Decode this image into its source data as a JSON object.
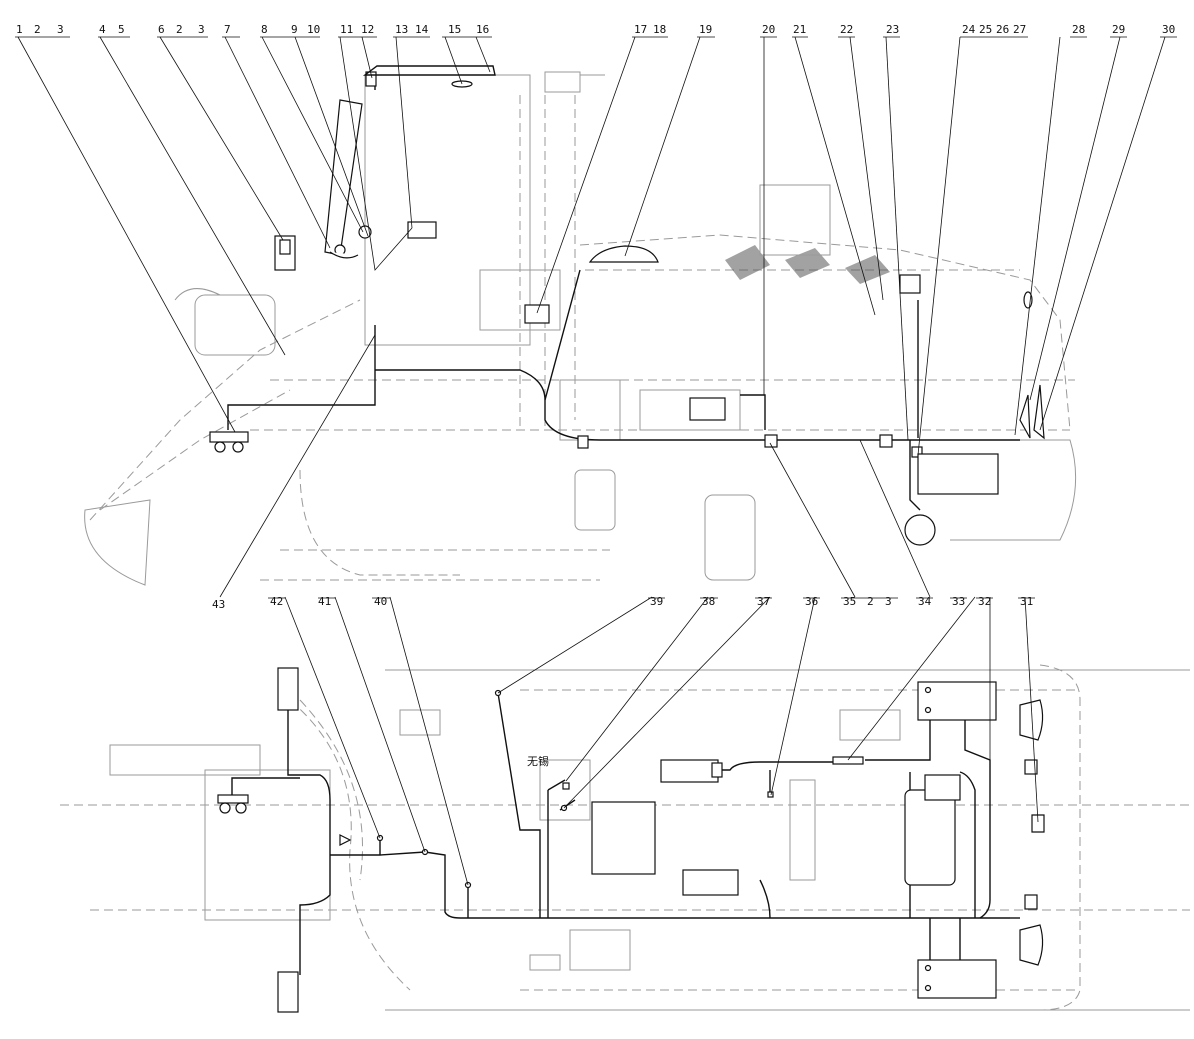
{
  "callouts_top": [
    "1",
    "2",
    "3",
    "4",
    "5",
    "6",
    "2",
    "3",
    "7",
    "8",
    "9",
    "10",
    "11",
    "12",
    "13",
    "14",
    "15",
    "16",
    "17",
    "18",
    "19",
    "20",
    "21",
    "22",
    "23",
    "24",
    "25",
    "26",
    "27",
    "28",
    "29",
    "30"
  ],
  "callouts_mid": [
    "43",
    "42",
    "41",
    "40",
    "39",
    "38",
    "37",
    "36",
    "35",
    "2",
    "3",
    "34",
    "33",
    "32",
    "31"
  ],
  "stamp": "无锡"
}
